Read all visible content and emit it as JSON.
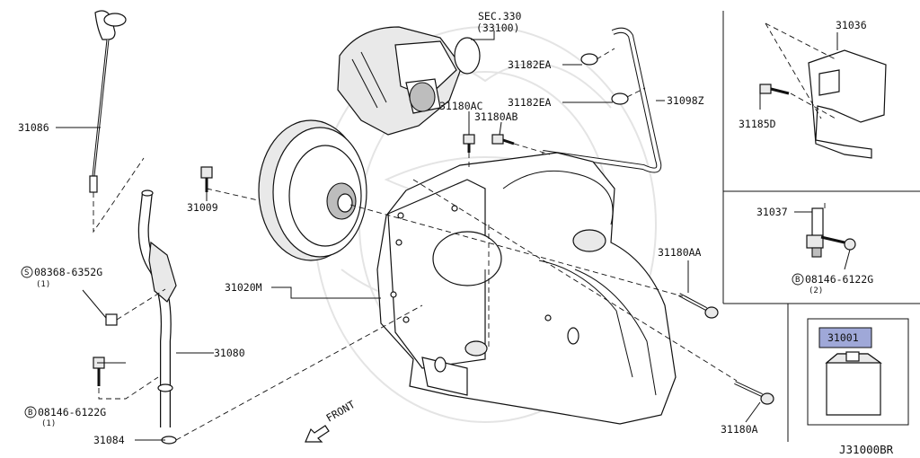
{
  "diagram": {
    "ref_code": "J31000BR",
    "front_label": "FRONT",
    "parts": {
      "p31086": "31086",
      "p08368": "08368-6352G",
      "p08368_qty": "(1)",
      "p08368_mark": "S",
      "p08146a": "08146-6122G",
      "p08146a_qty": "(1)",
      "p08146a_mark": "B",
      "p31084": "31084",
      "p31080": "31080",
      "p31009": "31009",
      "p31020m": "31020M",
      "sec330": "SEC.330",
      "sec330_sub": "(33100)",
      "p31182ea_1": "31182EA",
      "p31182ea_2": "31182EA",
      "p31098z": "31098Z",
      "p31180ac": "31180AC",
      "p31180ab": "31180AB",
      "p31180aa": "31180AA",
      "p31180a": "31180A",
      "p31036": "31036",
      "p31185d": "31185D",
      "p31037": "31037",
      "p08146b": "08146-6122G",
      "p08146b_qty": "(2)",
      "p08146b_mark": "B",
      "p31001": "31001"
    }
  },
  "colors": {
    "highlight_box": "#9fa8d8",
    "line": "#111111",
    "watermark": "#e4e4e4"
  }
}
